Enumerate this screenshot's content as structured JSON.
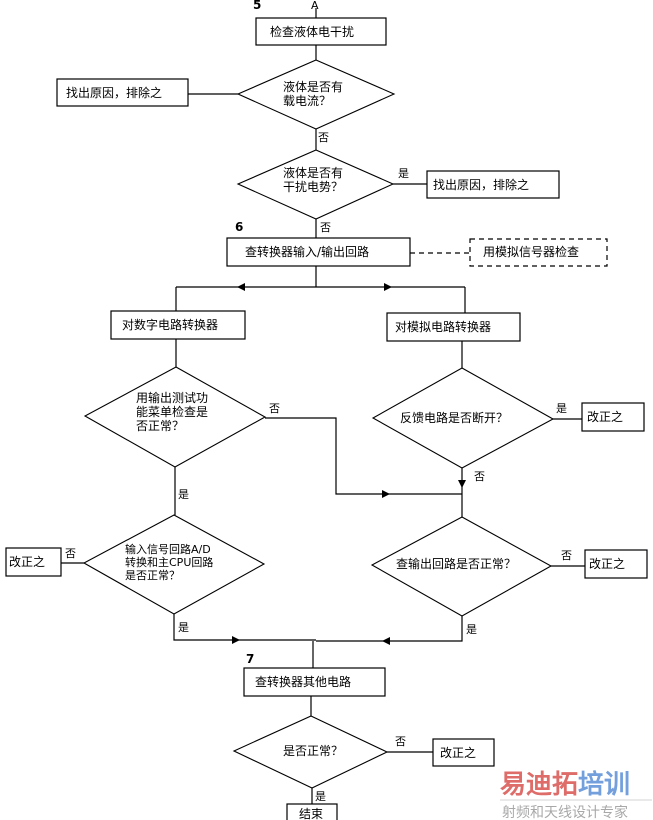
{
  "connector_top": "A",
  "steps": {
    "s5": "5",
    "s6": "6",
    "s7": "7"
  },
  "nodes": {
    "check_liquid_interference": "检查液体电干扰",
    "q_carrier_current": [
      "液体是否有",
      "载电流？"
    ],
    "fix_cause_1": "找出原因，排除之",
    "q_interference_emf": [
      "液体是否有",
      "干扰电势？"
    ],
    "fix_cause_2": "找出原因，排除之",
    "check_io_loop": "查转换器输入/输出回路",
    "simulate_signal": "用模拟信号器检查",
    "digital_converter": "对数字电路转换器",
    "analog_converter": "对模拟电路转换器",
    "q_output_test_menu": [
      "用输出测试功",
      "能菜单检查是",
      "否正常？"
    ],
    "q_feedback_open": "反馈电路是否断开？",
    "fix_feedback": "改正之",
    "q_input_ad_cpu": [
      "输入信号回路A/D",
      "转换和主CPU回路",
      "是否正常？"
    ],
    "fix_input": "改正之",
    "q_output_loop": "查输出回路是否正常？",
    "fix_output": "改正之",
    "check_other_circuits": "查转换器其他电路",
    "q_normal": "是否正常？",
    "fix_final": "改正之",
    "end": "结束"
  },
  "edge_labels": {
    "yes": "是",
    "no": "否"
  },
  "watermark": {
    "brand_part1": "易迪拓",
    "brand_part2": "培训",
    "tagline": "射频和天线设计专家",
    "color_part1": "#d9534f",
    "color_part2": "#5b8fd6"
  }
}
